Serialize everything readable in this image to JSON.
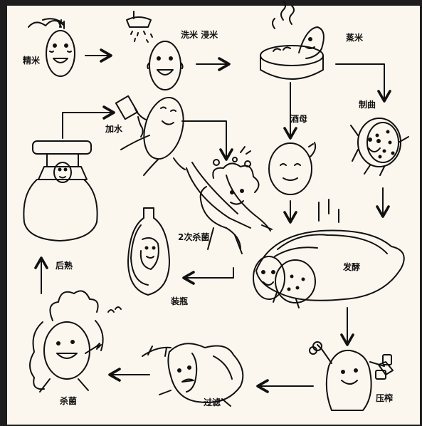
{
  "colors": {
    "ink": "#111111",
    "paper": "#fbf7ee",
    "frame": "#1d1d1d"
  },
  "steps": {
    "polish": "精米",
    "wash_soak": "洗米 浸米",
    "steam": "蒸米",
    "koji": "制曲",
    "yeast": "酒母",
    "add_water": "加水",
    "second_sterilize": "2次杀菌",
    "bottle": "装瓶",
    "ferment": "发酵",
    "age": "后熟",
    "press": "压榨",
    "filter": "过滤",
    "sterilize": "杀菌"
  }
}
